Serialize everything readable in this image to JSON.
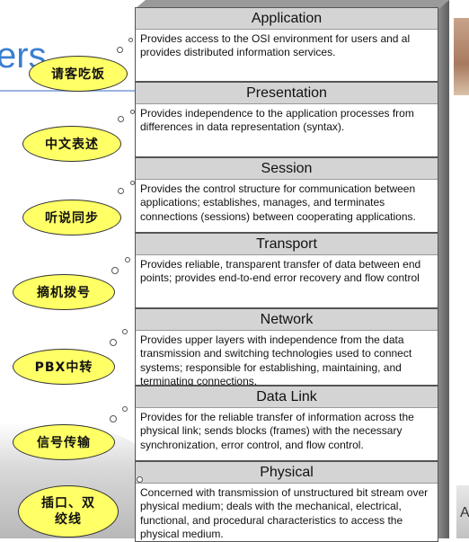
{
  "background": {
    "title_fragment": "ers",
    "corner_letter": "A"
  },
  "osi_layers": [
    {
      "name": "Application",
      "description": "Provides access to the OSI environment for users and al\nprovides distributed information services."
    },
    {
      "name": "Presentation",
      "description": "Provides independence to the application processes from\ndifferences in data representation (syntax)."
    },
    {
      "name": "Session",
      "description": "Provides the control structure for communication between\napplications; establishes, manages, and terminates\nconnections (sessions) between cooperating applications."
    },
    {
      "name": "Transport",
      "description": "Provides reliable, transparent transfer of data between end\npoints; provides end-to-end error recovery and flow control"
    },
    {
      "name": "Network",
      "description": "Provides upper layers with independence from the data\ntransmission and switching technologies used to connect\nsystems; responsible for establishing, maintaining, and\nterminating connections."
    },
    {
      "name": "Data Link",
      "description": "Provides for the reliable transfer of information across the\nphysical link; sends blocks (frames) with the necessary\nsynchronization, error control, and flow control."
    },
    {
      "name": "Physical",
      "description": "Concerned with transmission of unstructured bit stream over\nphysical medium; deals with the mechanical, electrical,\nfunctional, and procedural characteristics to access the\nphysical medium."
    }
  ],
  "callouts": [
    {
      "text": "请客吃饭"
    },
    {
      "text": "中文表述"
    },
    {
      "text": "听说同步"
    },
    {
      "text": "摘机拨号"
    },
    {
      "text": "PBX中转"
    },
    {
      "text": "信号传输"
    },
    {
      "text": "插口、双\n绞线"
    }
  ],
  "colors": {
    "callout_fill": "#ffff66",
    "layer_header": "#d4d4d4",
    "title_blue": "#3a7fd0"
  }
}
